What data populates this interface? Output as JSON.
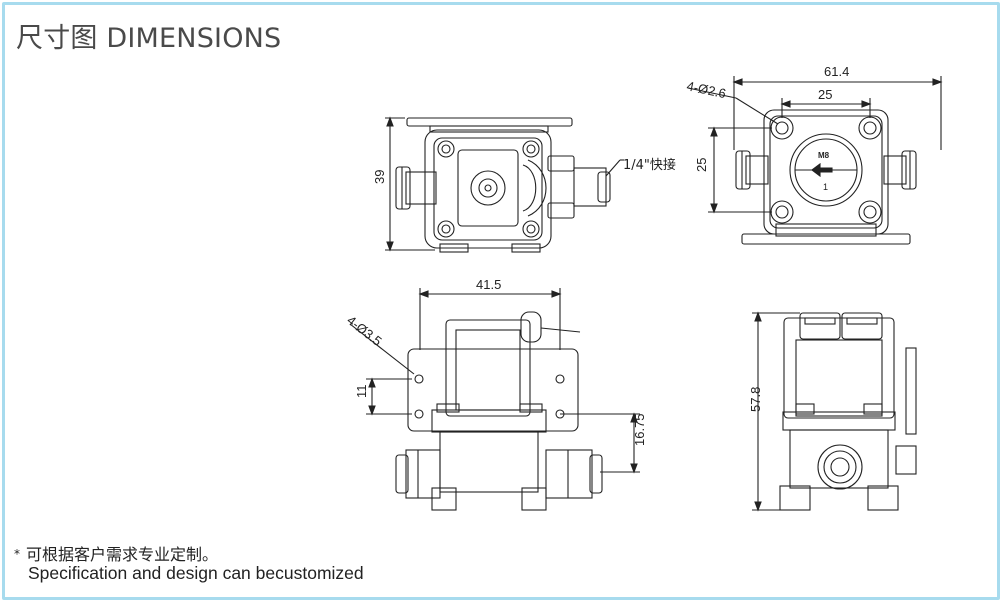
{
  "title": "尺寸图 DIMENSIONS",
  "dimensions": {
    "top_height": "39",
    "fitting_label": "1/4\"快接",
    "width_total": "61.4",
    "hole_spacing": "25",
    "hole_dia_small": "4-Ø2.6",
    "vertical_25": "25",
    "width_41_5": "41.5",
    "hole_dia_large": "4-Ø3.5",
    "dim_11": "11",
    "dim_16_75": "16.75",
    "dim_57_8": "57.8"
  },
  "face_labels": {
    "model": "M8",
    "arrow_num": "1"
  },
  "notes": {
    "star": "*",
    "line1": "可根据客户需求专业定制。",
    "line2": "Specification and design can becustomized"
  }
}
